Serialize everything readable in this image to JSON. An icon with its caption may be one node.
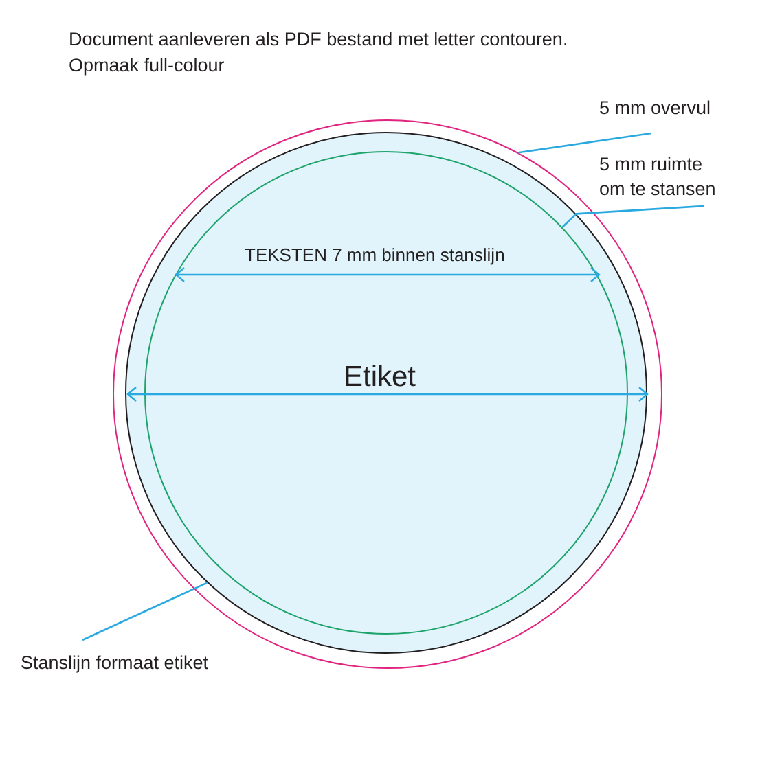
{
  "diagram": {
    "title": "Document aanleveren als PDF bestand met letter contouren. Opmaak full-colour",
    "nodes": [
      {
        "text": [],
        "shape": "circle"
      },
      {
        "text": [],
        "shape": "circle",
        "in": 0
      },
      {
        "text": [],
        "shape": "circle",
        "in": 1
      },
      {
        "text": [
          "5 mm overvul"
        ]
      },
      {
        "text": [
          "5 mm ruimte om te stansen"
        ]
      },
      {
        "text": [
          "Stanslijn formaat etiket"
        ]
      }
    ],
    "edges": [
      {
        "from": 3,
        "to": 0,
        "arrow": "none"
      },
      {
        "from": 4,
        "to": 2,
        "arrow": "none"
      },
      {
        "from": 5,
        "to": 1,
        "arrow": "none"
      }
    ],
    "labels": [
      "TEKSTEN 7 mm binnen stanslijn",
      "Etiket"
    ]
  }
}
